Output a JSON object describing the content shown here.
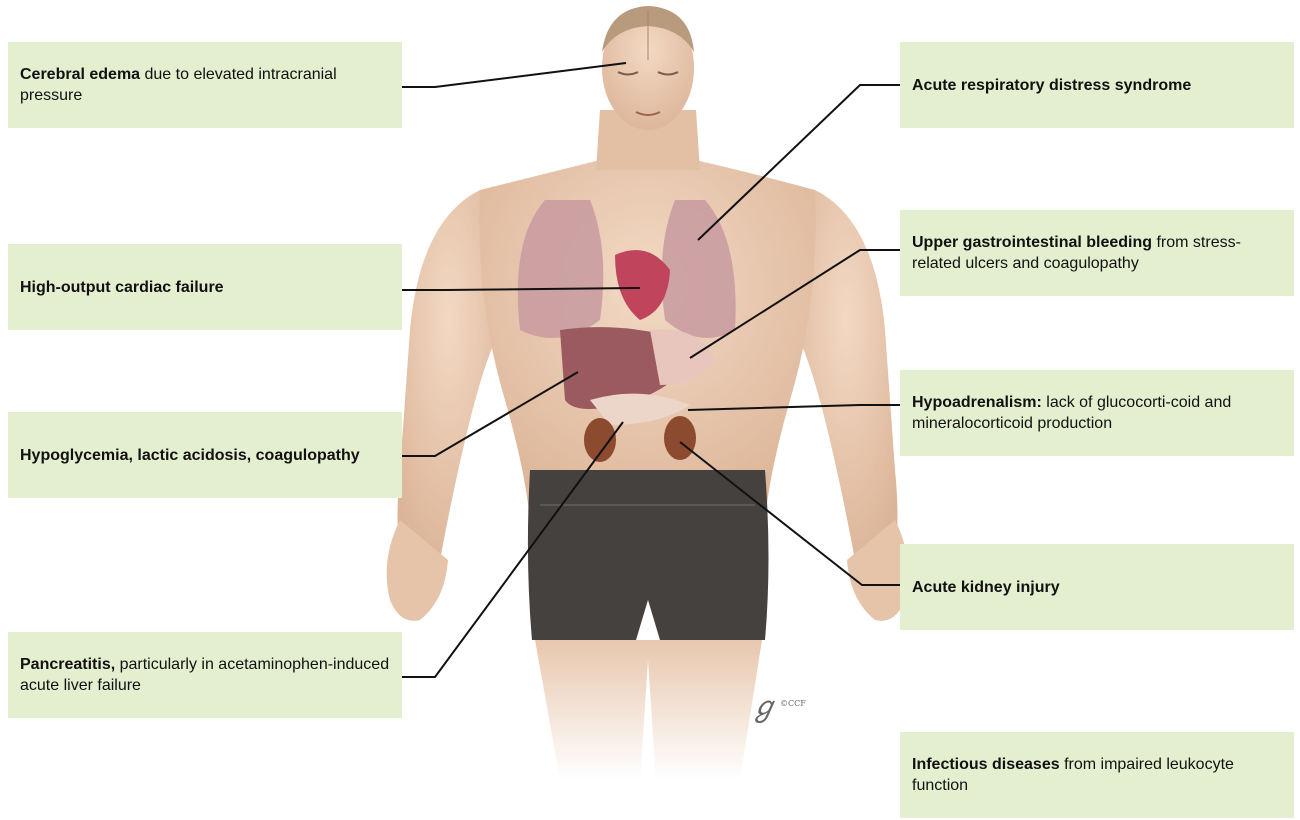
{
  "colors": {
    "label_bg": "#e4efcf",
    "leader": "#111111",
    "skin": "#eccfb6",
    "shorts": "#45413f"
  },
  "labels": {
    "cerebral_edema": {
      "bold": "Cerebral edema",
      "rest": " due to elevated intracranial pressure"
    },
    "cardiac": {
      "bold": "High-output cardiac failure",
      "rest": ""
    },
    "hypoglycemia": {
      "bold": "Hypoglycemia, lactic acidosis, coagulopathy",
      "rest": ""
    },
    "pancreatitis": {
      "bold": "Pancreatitis,",
      "rest": " particularly in acetaminophen-induced acute liver failure"
    },
    "ards": {
      "bold": "Acute respiratory distress syndrome",
      "rest": ""
    },
    "gi_bleeding": {
      "bold": "Upper gastrointestinal bleeding",
      "rest": " from stress-related ulcers and coagulopathy"
    },
    "hypoadrenalism": {
      "bold": "Hypoadrenalism:",
      "rest": " lack of glucocorti-coid and mineralocorticoid production"
    },
    "kidney": {
      "bold": "Acute kidney injury",
      "rest": ""
    },
    "infectious": {
      "bold": "Infectious diseases",
      "rest": " from impaired leukocyte function"
    }
  },
  "signature": {
    "text": "ℊ",
    "mark": "©CCF"
  }
}
